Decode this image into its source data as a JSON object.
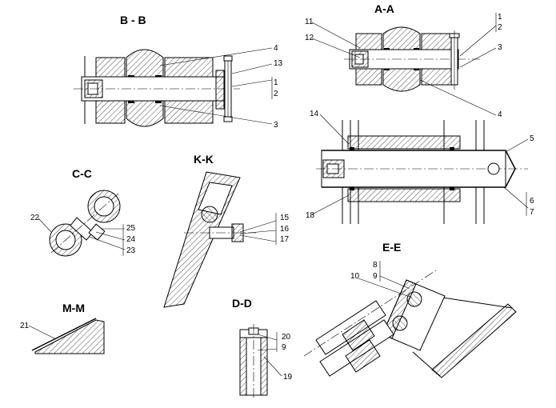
{
  "views": {
    "bb": {
      "title": "B - B",
      "labels": [
        "4",
        "13",
        "1",
        "2",
        "3"
      ]
    },
    "aa": {
      "title": "A-A",
      "labels": [
        "11",
        "12",
        "1",
        "2",
        "3",
        "4",
        "14",
        "5",
        "6",
        "7",
        "18"
      ]
    },
    "cc": {
      "title": "C-C",
      "labels": [
        "22",
        "25",
        "24",
        "23"
      ]
    },
    "kk": {
      "title": "K-K",
      "labels": [
        "15",
        "16",
        "17"
      ]
    },
    "ee": {
      "title": "E-E",
      "labels": [
        "8",
        "9",
        "10"
      ]
    },
    "mm": {
      "title": "M-M",
      "labels": [
        "21"
      ]
    },
    "dd": {
      "title": "D-D",
      "labels": [
        "20",
        "9",
        "19"
      ]
    }
  }
}
